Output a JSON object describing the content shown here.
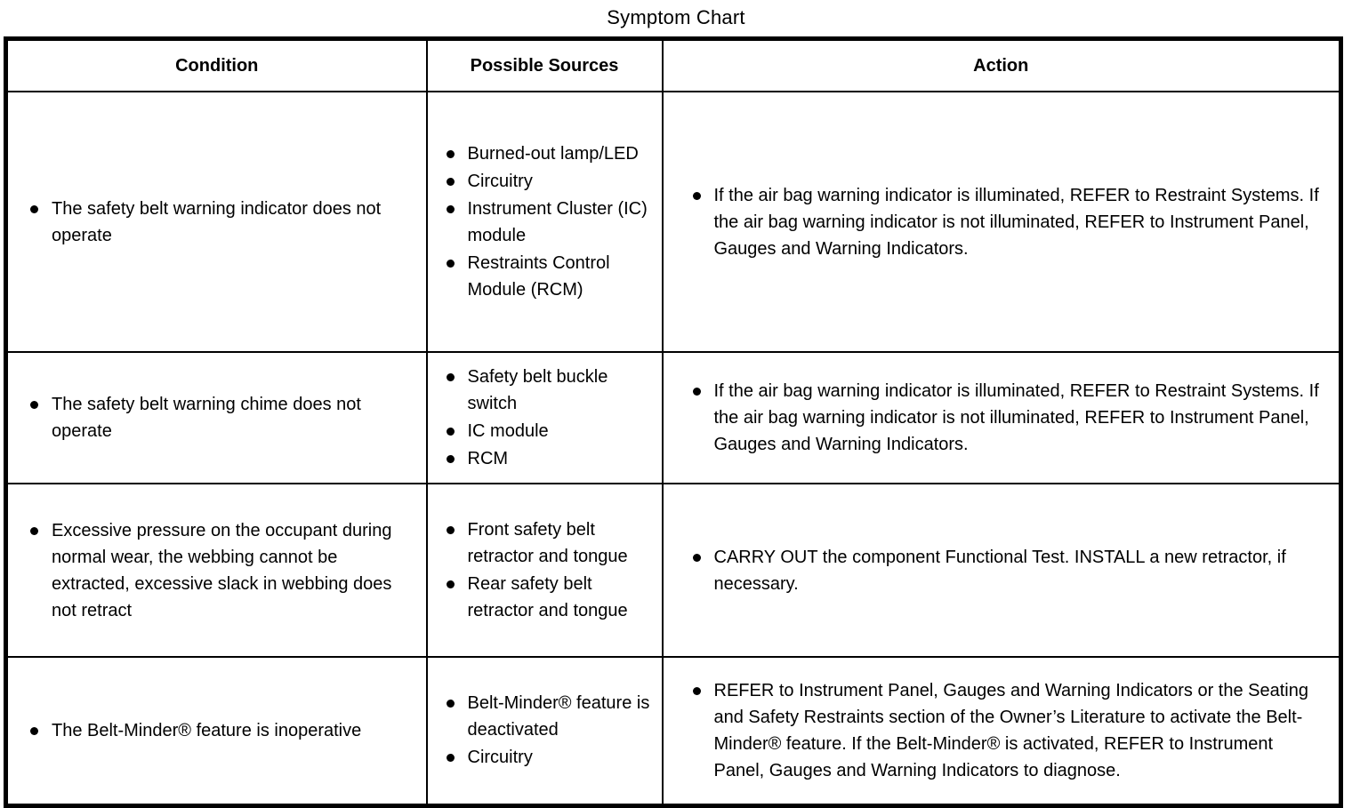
{
  "document": {
    "title": "Symptom Chart"
  },
  "table": {
    "headers": {
      "condition": "Condition",
      "sources": "Possible Sources",
      "action": "Action"
    },
    "rows": [
      {
        "condition": [
          "The safety belt warning indicator does not operate"
        ],
        "sources": [
          "Burned-out lamp/LED",
          "Circuitry",
          "Instrument Cluster (IC) module",
          "Restraints Control Module (RCM)"
        ],
        "action": [
          "If the air bag warning indicator is illuminated, REFER to Restraint Systems. If the air bag warning indicator is not illuminated, REFER to Instrument Panel, Gauges and Warning Indicators."
        ]
      },
      {
        "condition": [
          "The safety belt warning chime does not operate"
        ],
        "sources": [
          "Safety belt buckle switch",
          "IC module",
          "RCM"
        ],
        "action": [
          "If the air bag warning indicator is illuminated, REFER to Restraint Systems. If the air bag warning indicator is not illuminated, REFER to Instrument Panel, Gauges and Warning Indicators."
        ]
      },
      {
        "condition": [
          "Excessive pressure on the occupant during normal wear, the webbing cannot be extracted, excessive slack in webbing does not retract"
        ],
        "sources": [
          "Front safety belt retractor and tongue",
          "Rear safety belt retractor and tongue"
        ],
        "action": [
          "CARRY OUT the component Functional Test. INSTALL a new retractor, if necessary."
        ]
      },
      {
        "condition": [
          "The Belt-Minder® feature is inoperative"
        ],
        "sources": [
          "Belt-Minder® feature is deactivated",
          "Circuitry"
        ],
        "action": [
          "REFER to Instrument Panel, Gauges and Warning Indicators or the Seating and Safety Restraints section of the Owner’s Literature to activate the Belt-Minder® feature. If the Belt-Minder® is activated, REFER to Instrument Panel, Gauges and Warning Indicators to diagnose."
        ]
      }
    ]
  }
}
